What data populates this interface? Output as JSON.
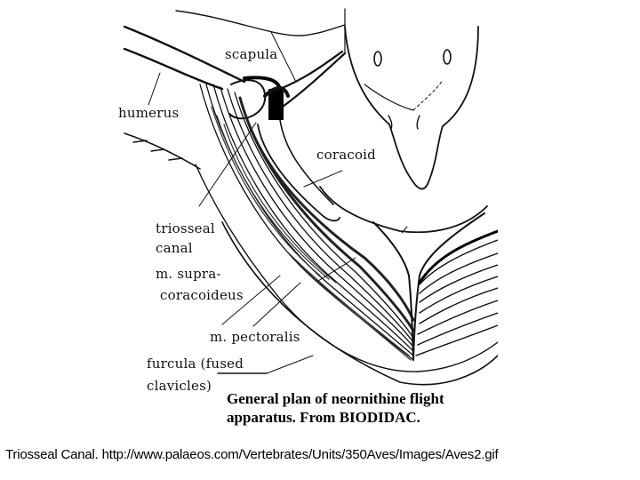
{
  "diagram": {
    "title": "General plan of neornithine flight apparatus",
    "labels": {
      "scapula": "scapula",
      "humerus": "humerus",
      "coracoid": "coracoid",
      "triosseal_1": "triosseal",
      "triosseal_2": "canal",
      "supracoracoideus_1": "m. supra-",
      "supracoracoideus_2": "coracoideus",
      "pectoralis": "m. pectoralis",
      "furcula_1": "furcula (fused",
      "furcula_2": "clavicles)"
    },
    "caption_line1": "General plan of neornithine flight",
    "caption_line2": "apparatus.  From BIODIDAC.",
    "colors": {
      "ink": "#111111",
      "background": "#ffffff"
    }
  },
  "slide": {
    "caption": "Triosseal Canal.  http://www.palaeos.com/Vertebrates/Units/350Aves/Images/Aves2.gif"
  }
}
